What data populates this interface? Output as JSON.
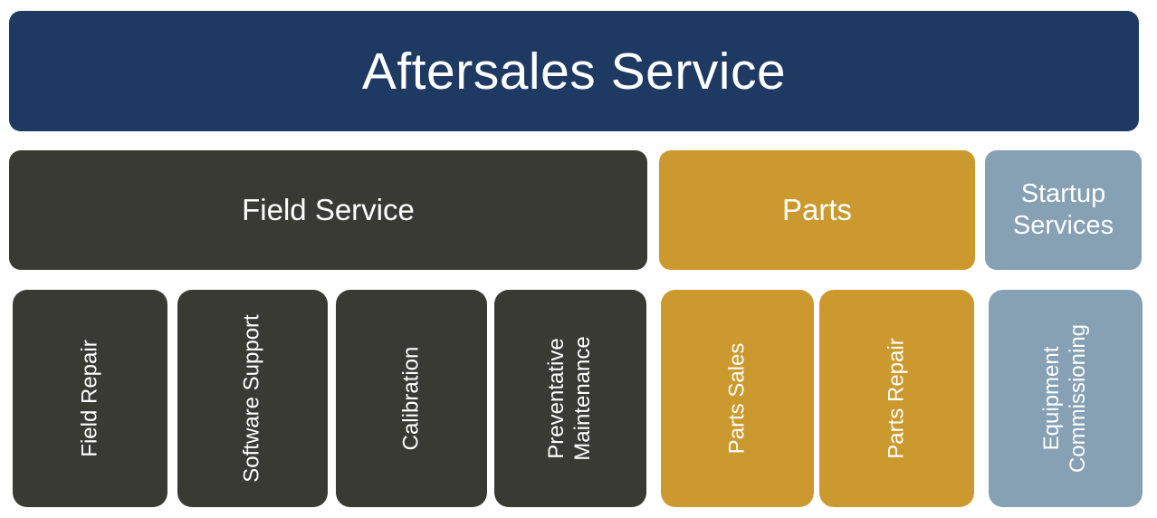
{
  "title": "Aftersales Service",
  "palette": {
    "title_navy": "#1e3a63",
    "field_service_charcoal": "#3a3a35",
    "parts_gold": "#cc992e",
    "startup_blue_gray": "#86a0b4",
    "label_text": "#ffffff",
    "background": "#ffffff"
  },
  "categories": [
    {
      "label": "Field Service",
      "children": [
        "Field Repair",
        "Software Support",
        "Calibration",
        "Preventative\nMaintenance"
      ]
    },
    {
      "label": "Parts",
      "children": [
        "Parts Sales",
        "Parts Repair"
      ]
    },
    {
      "label": "Startup\nServices",
      "children": [
        "Equipment\nCommissioning"
      ]
    }
  ]
}
